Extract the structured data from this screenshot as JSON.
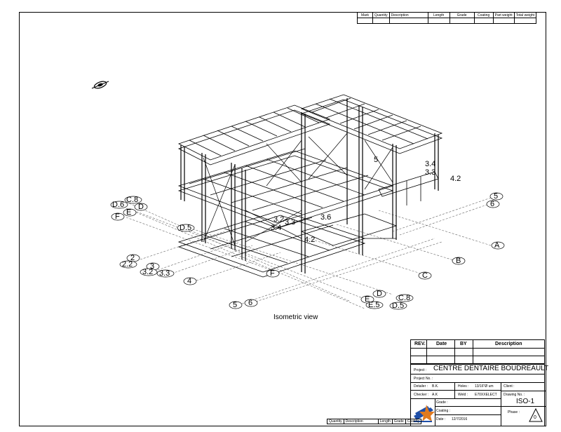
{
  "bom_header": [
    "Mark",
    "Quantity",
    "Description",
    "Length",
    "Grade",
    "Coating",
    "Part weight",
    "Total weight"
  ],
  "grid_labels": {
    "left": [
      "C.8",
      "D.6",
      "D",
      "E",
      "F",
      "D.5",
      "2",
      "2.2",
      "3",
      "3.2",
      "3.3",
      "4"
    ],
    "right": [
      "5",
      "6",
      "A",
      "B",
      "C",
      "F",
      "D",
      "C.8",
      "E",
      "E.5",
      "D.5",
      "5",
      "6"
    ],
    "interior": [
      "3.4",
      "3.3",
      "4.2",
      "3.2",
      "3.4",
      "3.3",
      "5",
      "3.6",
      "4.2"
    ]
  },
  "caption": "Isometric view",
  "title_block": {
    "rev_headers": [
      "REV.",
      "Date",
      "BY",
      "Description"
    ],
    "project_label": "Project :",
    "project_value": "CENTRE DENTAIRE BOUDREAULT",
    "project_no_label": "Project No. :",
    "detailer_label": "Detailer :",
    "detailer_value": "B.K.",
    "checker_label": "Checker :",
    "checker_value": "A.K",
    "grade_label": "Grade :",
    "coating_label": "Coating :",
    "date_label": "Date :",
    "date_value": "12/7/2016",
    "holes_label": "Holes :",
    "holes_value": "13/16\"Ø um",
    "weld_label": "Weld :",
    "weld_value": "E70XXELECT",
    "client_label": "Client :",
    "drawing_no_label": "Drawing No. :",
    "drawing_no_value": "ISO-1",
    "phase_label": "Phase :",
    "phase_value": "0"
  },
  "bottom_strip": [
    "Quantity",
    "Description",
    "Length",
    "Grade",
    "Coating"
  ]
}
